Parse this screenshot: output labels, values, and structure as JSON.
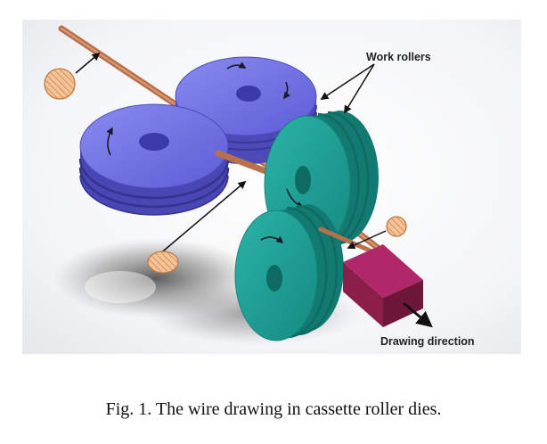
{
  "figure": {
    "labels": {
      "work_rollers": "Work rollers",
      "drawing_direction": "Drawing direction"
    },
    "colors": {
      "wire": "#b8714b",
      "blue_roller": "#6f6ee0",
      "teal_roller": "#1fa096",
      "die_block": "#8c1f49",
      "cross_section": "#f2b98a"
    }
  },
  "caption": "Fig. 1. The wire drawing in cassette roller dies."
}
